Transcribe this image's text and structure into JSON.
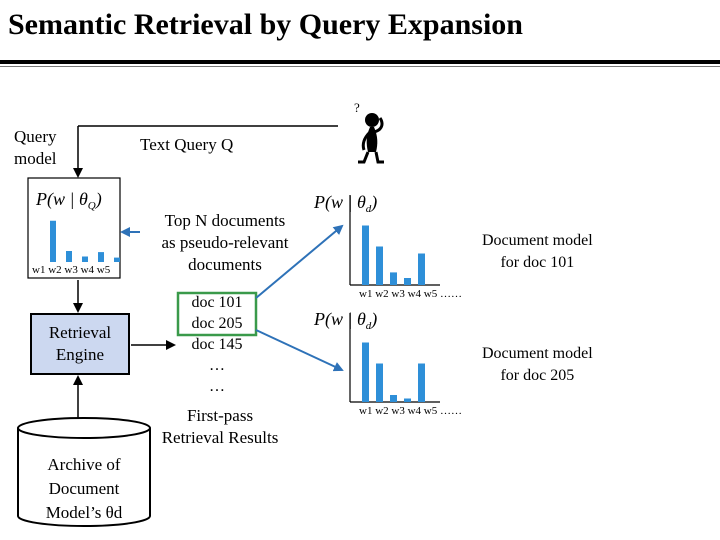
{
  "title": "Semantic Retrieval by Query Expansion",
  "query_model": {
    "label_line1": "Query",
    "label_line2": "model",
    "formula": "P(w | θQ)",
    "words": "w1 w2 w3 w4 w5",
    "bar_levels": [
      0.75,
      0.2,
      0.1,
      0.18,
      0.08
    ]
  },
  "text_query_label": "Text Query Q",
  "pseudo_relevant": {
    "line1": "Top N documents",
    "line2": "as pseudo-relevant",
    "line3": "documents"
  },
  "retrieval_engine": {
    "line1": "Retrieval",
    "line2": "Engine"
  },
  "archive": {
    "line1": "Archive of",
    "line2": "Document",
    "line3": "Model’s θd"
  },
  "first_pass": {
    "docs": [
      "doc 101",
      "doc 205",
      "doc 145"
    ],
    "ellipsis1": "…",
    "ellipsis2": "…",
    "label_line1": "First-pass",
    "label_line2": "Retrieval Results"
  },
  "doc_models": [
    {
      "formula": "P(w | θd)",
      "words": "w1 w2 w3 w4 w5 ……",
      "label_line1": "Document model",
      "label_line2": "for doc 101",
      "bar_levels": [
        0.85,
        0.55,
        0.18,
        0.1,
        0.45
      ]
    },
    {
      "formula": "P(w | θd)",
      "words": "w1 w2 w3 w4 w5 ……",
      "label_line1": "Document model",
      "label_line2": "for doc 205",
      "bar_levels": [
        0.85,
        0.55,
        0.1,
        0.05,
        0.55
      ]
    }
  ],
  "user_figure_glyph": "?",
  "colors": {
    "bar": "#2e8fd8",
    "engine_fill": "#ccd8f0",
    "highlight": "#3a9a4a",
    "arrow_blue": "#2e72b8"
  },
  "icons": [
    "thinking-person-icon"
  ]
}
